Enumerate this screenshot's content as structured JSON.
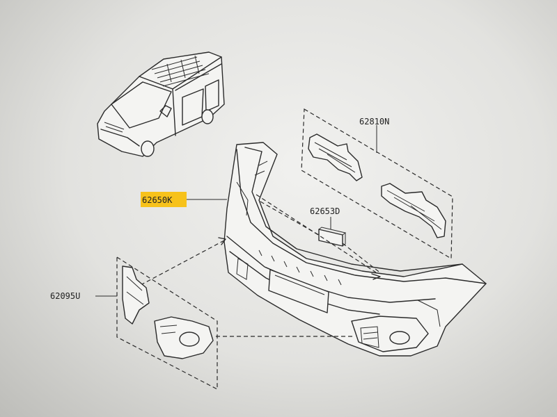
{
  "diagram": {
    "callouts": [
      {
        "id": "62810N",
        "text": "62810N",
        "highlighted": false
      },
      {
        "id": "62650K",
        "text": "62650K",
        "highlighted": true
      },
      {
        "id": "62653D",
        "text": "62653D",
        "highlighted": false
      },
      {
        "id": "62095U",
        "text": "62095U",
        "highlighted": false
      }
    ],
    "highlight_color": "#f7c21b",
    "line_color": "#2a2a2a"
  }
}
